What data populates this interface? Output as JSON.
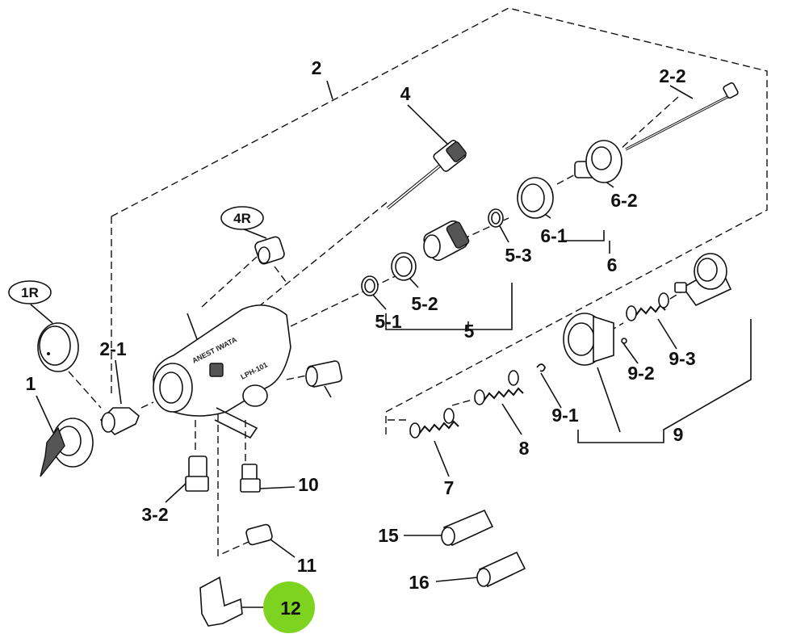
{
  "labels": {
    "l1": "1",
    "l1R": "1R",
    "l2": "2",
    "l2_1": "2-1",
    "l2_2": "2-2",
    "l3_2": "3-2",
    "l4": "4",
    "l4R": "4R",
    "l5": "5",
    "l5_1": "5-1",
    "l5_2": "5-2",
    "l5_3": "5-3",
    "l6": "6",
    "l6_1": "6-1",
    "l6_2": "6-2",
    "l7": "7",
    "l8": "8",
    "l9": "9",
    "l9_1": "9-1",
    "l9_2": "9-2",
    "l9_3": "9-3",
    "l10": "10",
    "l11": "11",
    "l12": "12",
    "l15": "15",
    "l16": "16"
  },
  "body_marking": {
    "brand": "ANEST IWATA",
    "model": "LPH-101"
  },
  "colors": {
    "highlight": "#7ed321",
    "ink": "#111111"
  }
}
